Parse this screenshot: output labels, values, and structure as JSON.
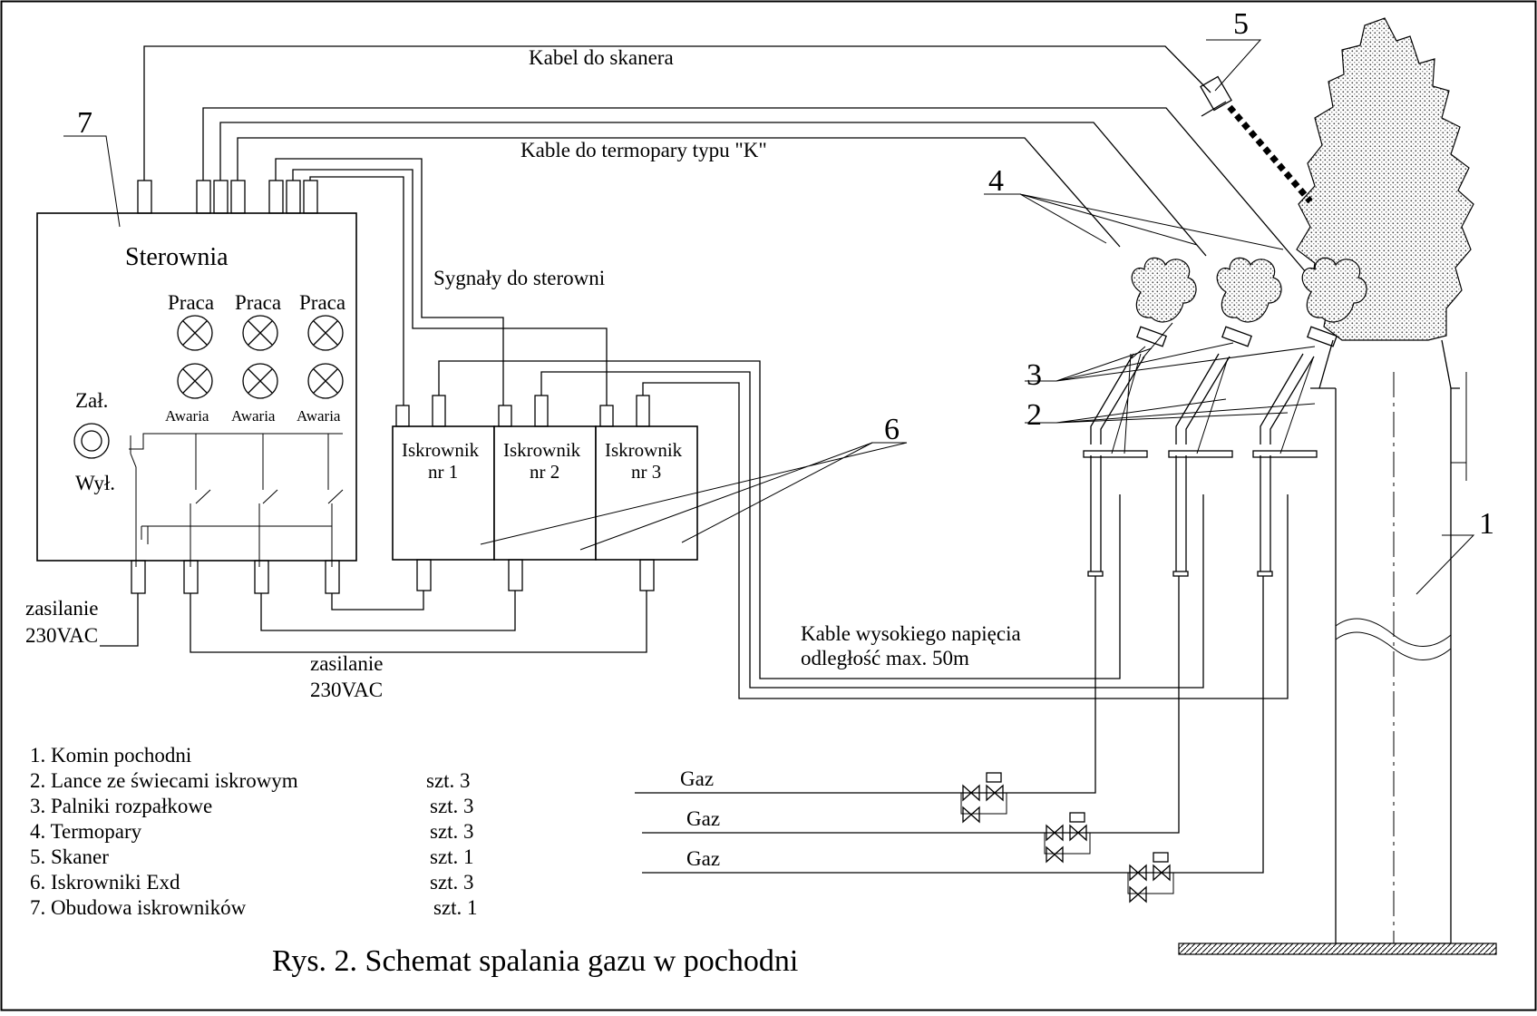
{
  "labels": {
    "cable_scanner": "Kabel do skanera",
    "cable_thermo": "Kable do termopary typu \"K\"",
    "signals": "Sygnały do sterowni",
    "control_room": "Sterownia",
    "praca": "Praca",
    "awaria": "Awaria",
    "on": "Zał.",
    "off": "Wył.",
    "supply_1": "zasilanie",
    "supply_1b": "230VAC",
    "supply_2": "zasilanie",
    "supply_2b": "230VAC",
    "hv_cables_1": "Kable wysokiego napięcia",
    "hv_cables_2": "odległość max. 50m",
    "gas": "Gaz",
    "igniters": [
      "Iskrownik",
      "nr 1",
      "Iskrownik",
      "nr 2",
      "Iskrownik",
      "nr 3"
    ],
    "callouts": [
      "1",
      "2",
      "3",
      "4",
      "5",
      "6",
      "7"
    ]
  },
  "legend": [
    {
      "text": "1. Komin pochodni",
      "qty": ""
    },
    {
      "text": "2. Lance ze świecami iskrowym",
      "qty": "szt. 3"
    },
    {
      "text": "3. Palniki rozpałkowe",
      "qty": "szt. 3"
    },
    {
      "text": "4. Termopary",
      "qty": "szt. 3"
    },
    {
      "text": "5. Skaner",
      "qty": "szt. 1"
    },
    {
      "text": "6. Iskrowniki Exd",
      "qty": "szt. 3"
    },
    {
      "text": "7. Obudowa iskrowników",
      "qty": "szt. 1"
    }
  ],
  "caption": "Rys. 2. Schemat spalania gazu w pochodni"
}
